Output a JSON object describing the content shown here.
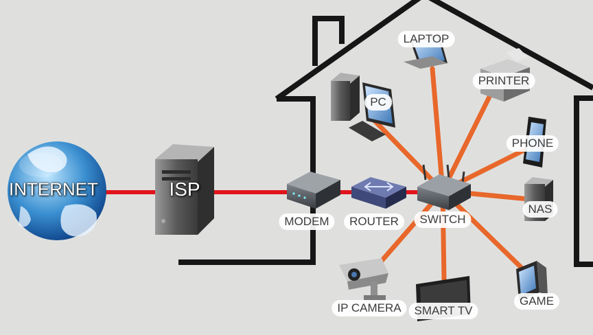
{
  "diagram": {
    "internet_label": "INTERNET",
    "isp_label": "ISP",
    "modem_label": "MODEM",
    "router_label": "ROUTER",
    "switch_label": "SWITCH",
    "devices": {
      "laptop": "LAPTOP",
      "pc": "PC",
      "printer": "PRINTER",
      "phone": "PHONE",
      "nas": "NAS",
      "ip_camera": "IP CAMERA",
      "smart_tv": "SMART TV",
      "game": "GAME"
    }
  },
  "colors": {
    "background": "#dfe0de",
    "wan_link": "#e0141c",
    "lan_link": "#e8672a",
    "house_outline": "#161616"
  }
}
